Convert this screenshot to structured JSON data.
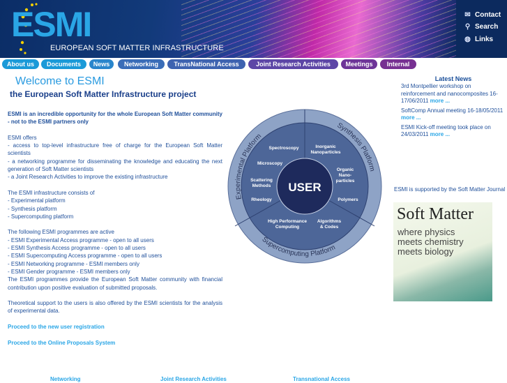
{
  "header": {
    "logo": "ESMI",
    "tagline": "EUROPEAN SOFT MATTER INFRASTRUCTURE",
    "links": [
      {
        "label": "Contact",
        "icon": "envelope-icon"
      },
      {
        "label": "Search",
        "icon": "search-icon"
      },
      {
        "label": "Links",
        "icon": "globe-icon"
      }
    ]
  },
  "nav": [
    {
      "label": "About us",
      "color": "#1b9ad8"
    },
    {
      "label": "Documents",
      "color": "#1b9ad8"
    },
    {
      "label": "News",
      "color": "#2a86cc"
    },
    {
      "label": "Networking",
      "color": "#3a6db8"
    },
    {
      "label": "TransNational Access",
      "color": "#3e63b0"
    },
    {
      "label": "Joint Research Activities",
      "color": "#5d46a6"
    },
    {
      "label": "Meetings",
      "color": "#6e3598"
    },
    {
      "label": "Internal",
      "color": "#773092"
    }
  ],
  "main": {
    "title": "Welcome to ESMI",
    "subtitle": "the European Soft Matter Infrastructure project",
    "intro": "ESMI is an incredible opportunity for the whole European Soft Matter community - not to the ESMI partners only",
    "offers": [
      "ESMI offers",
      "- access to top-level infrastructure free of charge for the European Soft Matter scientists",
      "- a networking programme for disseminating the knowledge and educating the next generation of Soft Matter scientists",
      "- a Joint Research Activities to improve the existing infrastructure"
    ],
    "consists": [
      "The ESMI infrastructure consists of",
      "- Experimental platform",
      "- Synthesis platform",
      "- Supercomputing platform"
    ],
    "programmes": [
      "The following ESMI programmes are active",
      "- ESMI Experimental Access programme - open to all users",
      "- ESMI Synthesis Access programme - open to all users",
      "- ESMI Supercomputing Access programme - open to all users",
      "- ESMI Networking programme - ESMI members only",
      "- ESMI Gender programme - ESMI members only",
      "The ESMI programmes provide the European Soft Matter community with financial contribution upon positive evaluation of submitted proposals."
    ],
    "theory": "Theoretical support to the users is also offered by the ESMI scientists for the analysis of experimental data.",
    "link1": "Proceed to the new user registration",
    "link2": "Proceed to the Online Proposals System"
  },
  "diagram": {
    "center": "USER",
    "outer": [
      "Experimental Platform",
      "Synthesis Platform",
      "Supercomputing Platform"
    ],
    "experimental": [
      "Spectroscopy",
      "Microscopy",
      "Scattering",
      "Methods",
      "Rheology"
    ],
    "synthesis": [
      "Inorganic",
      "Nanoparticles",
      "Organic",
      "Nano-",
      "particles",
      "Polymers"
    ],
    "computing": [
      "High Performance",
      "Computing",
      "Algorithms",
      "& Codes"
    ]
  },
  "news": {
    "title": "Latest News",
    "items": [
      {
        "text": "3rd Montpellier workshop on reinforcement and nanocomposites 16-17/06/2011 ",
        "more": "more ..."
      },
      {
        "text": "SoftComp Annual meeting 16-18/05/2011 ",
        "more": "more ..."
      },
      {
        "text": "ESMI Kick-off meeting took place on 24/03/2011 ",
        "more": "more ..."
      }
    ]
  },
  "support": "ESMI is supported by the Soft Matter Journal",
  "ad": {
    "title": "Soft Matter",
    "lines": [
      "where physics",
      "meets chemistry",
      "meets biology"
    ]
  },
  "footer": [
    "Networking",
    "Joint Research Activities",
    "Transnational Access"
  ]
}
